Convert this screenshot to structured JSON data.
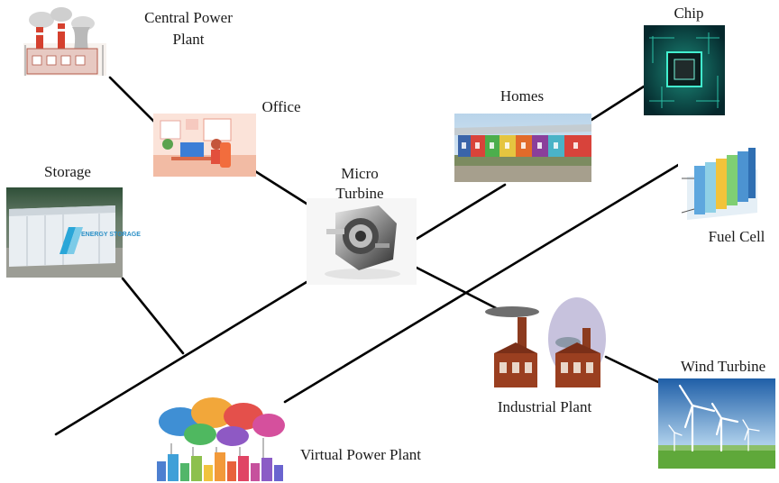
{
  "labels": {
    "central_power_plant": "Central Power Plant",
    "office": "Office",
    "storage": "Storage",
    "micro_turbine": "Micro Turbine",
    "homes": "Homes",
    "chip": "Chip",
    "fuel_cell": "Fuel Cell",
    "industrial_plant": "Industrial Plant",
    "wind_turbine": "Wind Turbine",
    "virtual_power_plant": "Virtual Power Plant"
  },
  "image_text": {
    "energy_storage": "ENERGY STORAGE"
  }
}
